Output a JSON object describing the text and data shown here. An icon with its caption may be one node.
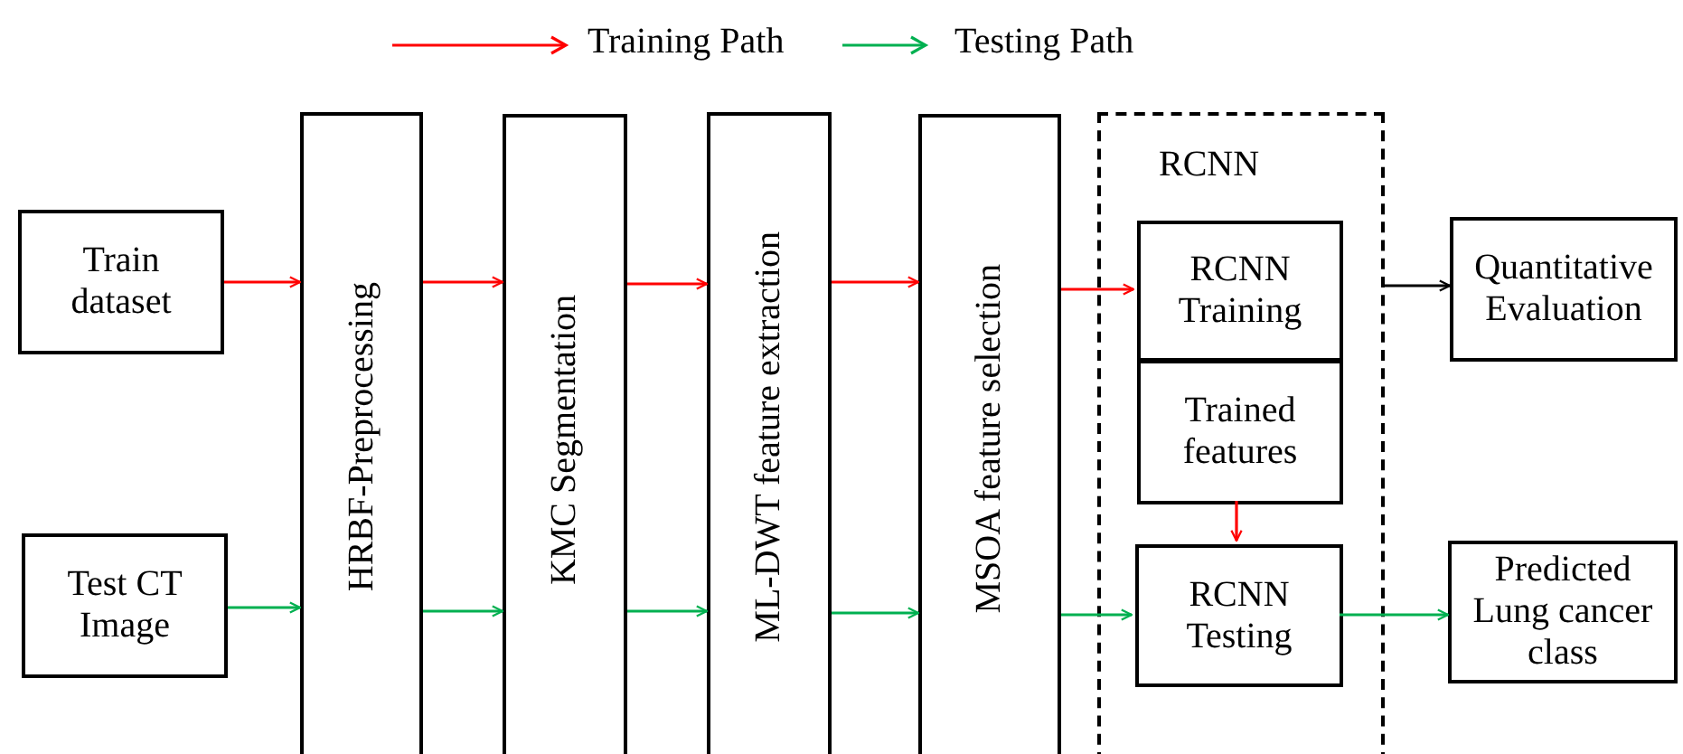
{
  "diagram": {
    "nodes": [
      {
        "text": [
          "Train dataset"
        ]
      },
      {
        "text": [
          "Test CT Image"
        ]
      },
      {
        "text": [
          "HRBF-Preprocessing"
        ]
      },
      {
        "text": [
          "KMC Segmentation"
        ]
      },
      {
        "text": [
          "ML-DWT feature extraction"
        ]
      },
      {
        "text": [
          "MSOA feature selection"
        ]
      },
      {
        "text": [
          "RCNN"
        ]
      },
      {
        "text": [
          "RCNN Training"
        ],
        "in": 6
      },
      {
        "text": [
          "Trained features"
        ],
        "in": 6
      },
      {
        "text": [
          "RCNN Testing"
        ],
        "in": 6
      },
      {
        "text": [
          "Quantitative Evaluation"
        ]
      },
      {
        "text": [
          "Predicted Lung cancer class"
        ]
      }
    ],
    "edges": [
      {
        "from": 0,
        "to": 2,
        "arrow": "to",
        "color": "#ff0000"
      },
      {
        "from": 2,
        "to": 3,
        "arrow": "to",
        "color": "#ff0000"
      },
      {
        "from": 3,
        "to": 4,
        "arrow": "to",
        "color": "#ff0000"
      },
      {
        "from": 4,
        "to": 5,
        "arrow": "to",
        "color": "#ff0000"
      },
      {
        "from": 5,
        "to": 7,
        "arrow": "to",
        "color": "#ff0000"
      },
      {
        "from": 8,
        "to": 9,
        "arrow": "to",
        "color": "#ff0000"
      },
      {
        "from": 6,
        "to": 10,
        "arrow": "to",
        "color": "#000000"
      },
      {
        "from": 1,
        "to": 2,
        "arrow": "to",
        "color": "#00b050"
      },
      {
        "from": 2,
        "to": 3,
        "arrow": "to",
        "color": "#00b050"
      },
      {
        "from": 3,
        "to": 4,
        "arrow": "to",
        "color": "#00b050"
      },
      {
        "from": 4,
        "to": 5,
        "arrow": "to",
        "color": "#00b050"
      },
      {
        "from": 5,
        "to": 9,
        "arrow": "to",
        "color": "#00b050"
      },
      {
        "from": 9,
        "to": 11,
        "arrow": "to",
        "color": "#00b050"
      }
    ],
    "legend": [
      {
        "text": "Training Path",
        "color": "#ff0000"
      },
      {
        "text": "Testing Path",
        "color": "#00b050"
      }
    ]
  }
}
